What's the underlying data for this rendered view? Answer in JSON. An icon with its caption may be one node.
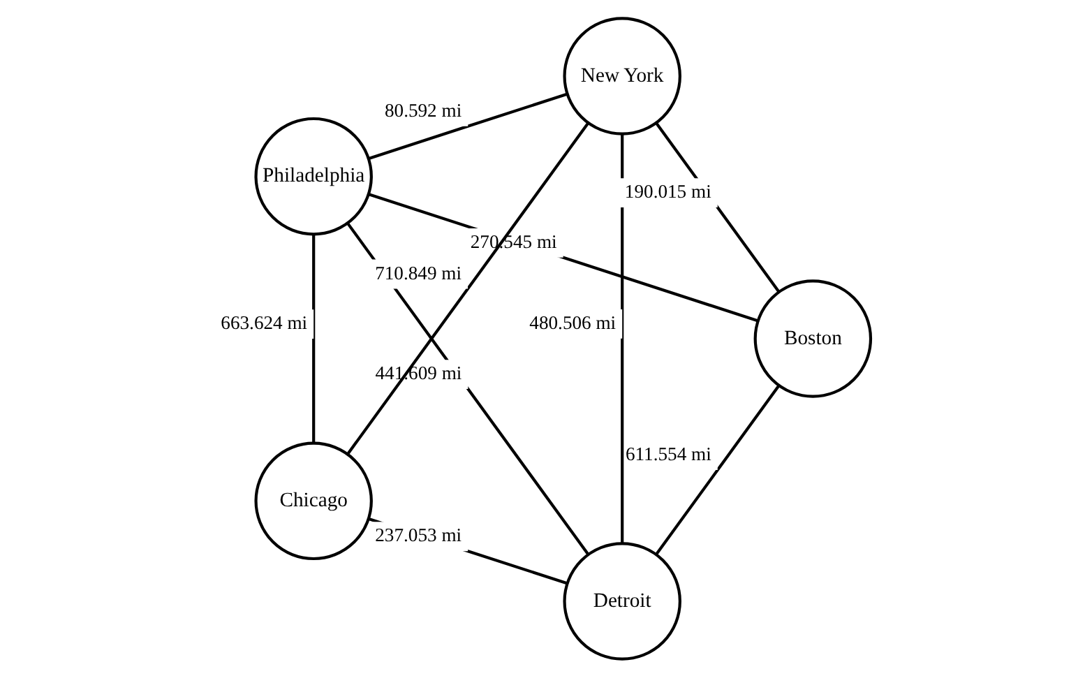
{
  "diagram": {
    "nodes": [
      {
        "text": [
          "Detroit"
        ]
      },
      {
        "text": [
          "Boston"
        ]
      },
      {
        "text": [
          "Chicago"
        ]
      },
      {
        "text": [
          "New York"
        ]
      },
      {
        "text": [
          "Philadelphia"
        ]
      }
    ],
    "edges": [
      {
        "from": 0,
        "to": 1,
        "arrow": "none",
        "label": "611.554 mi"
      },
      {
        "from": 2,
        "to": 0,
        "arrow": "none",
        "label": "237.053 mi"
      },
      {
        "from": 3,
        "to": 1,
        "arrow": "none",
        "label": "190.015 mi"
      },
      {
        "from": 0,
        "to": 3,
        "arrow": "none",
        "label": "480.506 mi"
      },
      {
        "from": 2,
        "to": 3,
        "arrow": "none",
        "label": "710.849 mi"
      },
      {
        "from": 3,
        "to": 4,
        "arrow": "none",
        "label": "80.592 mi"
      },
      {
        "from": 2,
        "to": 4,
        "arrow": "none",
        "label": "663.624 mi"
      },
      {
        "from": 1,
        "to": 4,
        "arrow": "none",
        "label": "270.545 mi"
      },
      {
        "from": 0,
        "to": 4,
        "arrow": "none",
        "label": "441.609 mi"
      }
    ]
  }
}
